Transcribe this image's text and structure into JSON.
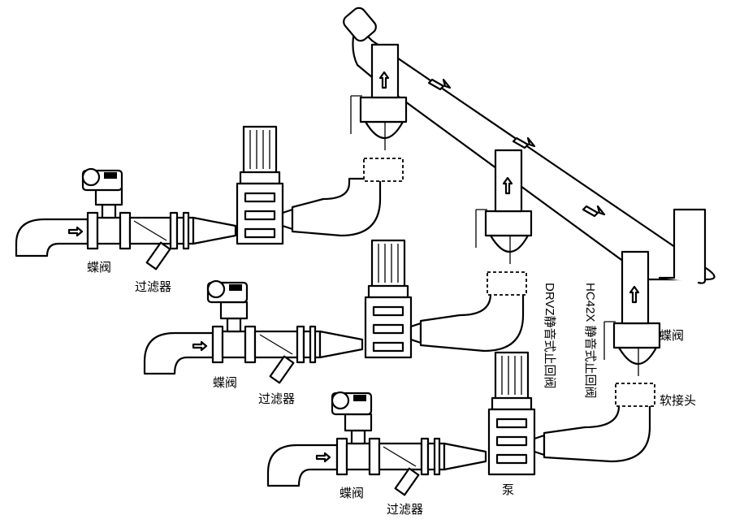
{
  "labels": {
    "butterfly_valve": "蝶阀",
    "strainer": "过滤器",
    "pump": "泵",
    "flexible_joint": "软接头",
    "drvz_valve": "DRVZ静音式止回阀",
    "hc42x_valve": "HC42X 静音式止回阀"
  },
  "colors": {
    "line": "#000000",
    "fill": "#ffffff"
  },
  "icons": [
    "flow-arrow-icon",
    "pump-motor-icon",
    "actuator-icon",
    "check-valve-icon"
  ]
}
